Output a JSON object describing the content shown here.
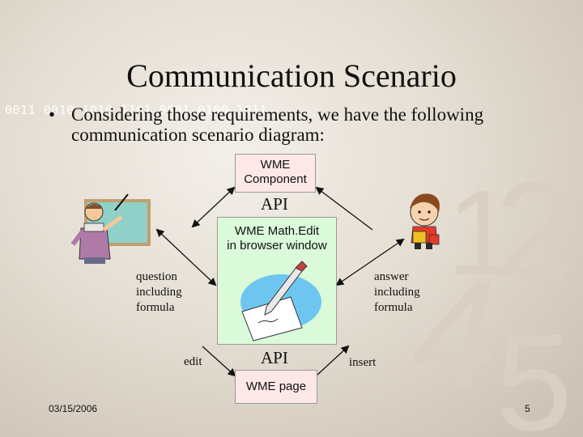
{
  "slide": {
    "title": "Communication Scenario",
    "background_binary": "0011 0010 1010 1101 0001 0100 1011",
    "decor_digits": [
      "1",
      "2",
      "4",
      "5"
    ],
    "bullet_marker": "•",
    "bullet_text": "Considering those requirements, we have the following communication scenario diagram:"
  },
  "diagram": {
    "wme_component_line1": "WME",
    "wme_component_line2": "Component",
    "api_top": "API",
    "mathedit_line1": "WME Math.Edit",
    "mathedit_line2": "in browser window",
    "api_bottom": "API",
    "wme_page": "WME page",
    "left_label_line1": "question",
    "left_label_line2": "including",
    "left_label_line3": "formula",
    "right_label_line1": "answer",
    "right_label_line2": "including",
    "right_label_line3": "formula",
    "edit_label": "edit",
    "insert_label": "insert",
    "left_person": "teacher-clipart",
    "right_person": "student-clipart",
    "center_image": "pencil-and-paper-clipart"
  },
  "footer": {
    "date": "03/15/2006",
    "page_number": "5"
  },
  "colors": {
    "component_fill": "#fde7e7",
    "mathedit_fill": "#dafad9",
    "oval_fill": "#6ec6f0"
  }
}
